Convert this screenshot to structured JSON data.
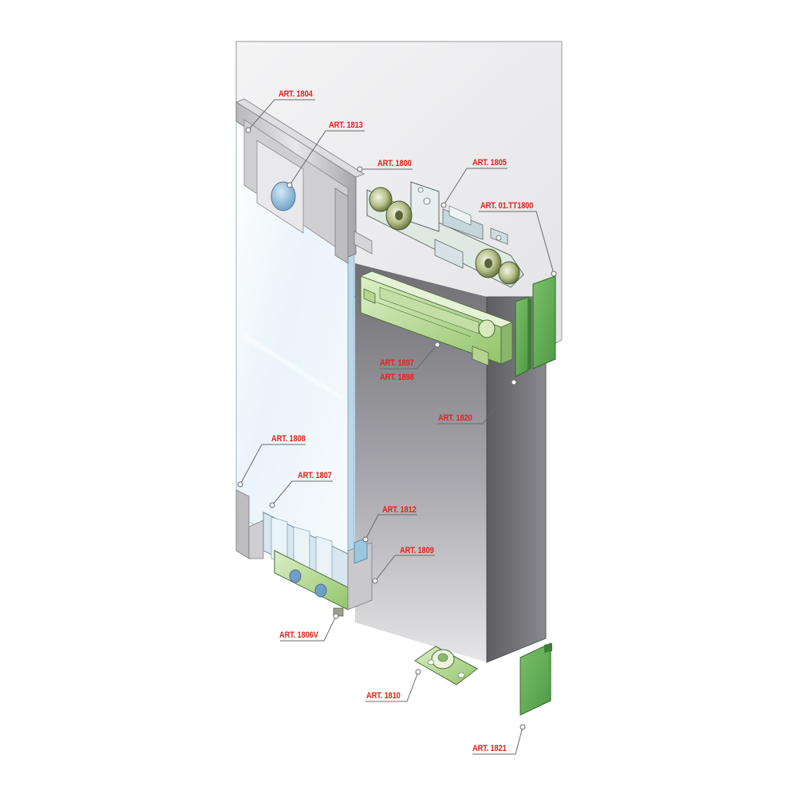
{
  "colors": {
    "label_red": "#e2231a",
    "leader_grey": "#6b6b6b",
    "part_green": "#8fc66b",
    "part_green_light": "#c9e4a4",
    "glass_blue": "#d8eaf4",
    "aluminium": "#c9c9cc",
    "wall_grey": "#9c9ba0"
  },
  "labels": {
    "art_1804": "ART. 1804",
    "art_1813": "ART. 1813",
    "art_1800": "ART. 1800",
    "art_1805": "ART. 1805",
    "art_01tt1800": "ART. 01.TT1800",
    "art_1897": "ART. 1897",
    "art_1898": "ART. 1898",
    "art_1820": "ART. 1820",
    "art_1808": "ART. 1808",
    "art_1807": "ART. 1807",
    "art_1812": "ART. 1812",
    "art_1809": "ART. 1809",
    "art_1806v": "ART. 1806V",
    "art_1810": "ART. 1810",
    "art_1821": "ART. 1821"
  }
}
